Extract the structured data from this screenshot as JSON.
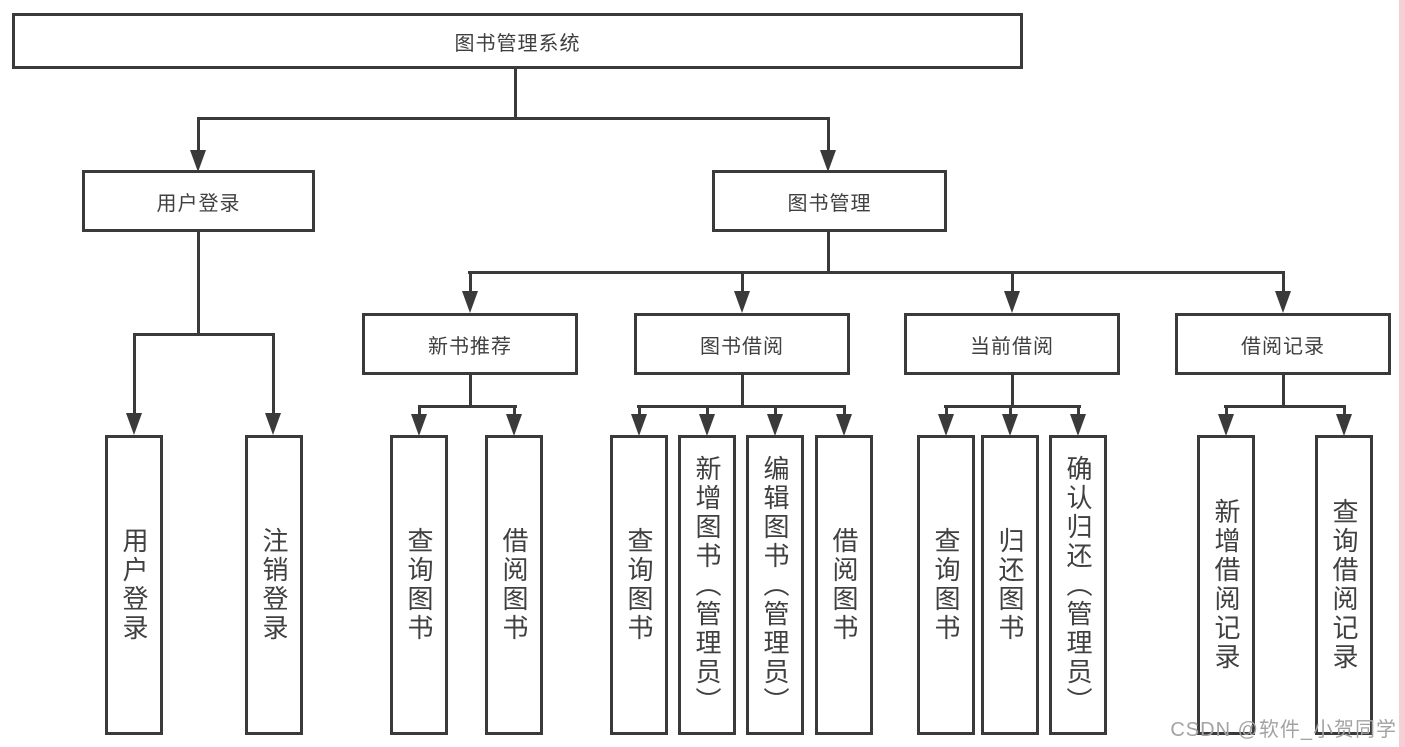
{
  "nodes": {
    "root": {
      "label": "图书管理系统"
    },
    "level2": [
      {
        "id": "user-login",
        "label": "用户登录",
        "parent": "图书管理系统"
      },
      {
        "id": "book-management",
        "label": "图书管理",
        "parent": "图书管理系统"
      }
    ],
    "level3": [
      {
        "id": "new-book-recommend",
        "label": "新书推荐",
        "parent": "图书管理"
      },
      {
        "id": "book-borrow",
        "label": "图书借阅",
        "parent": "图书管理"
      },
      {
        "id": "current-borrow",
        "label": "当前借阅",
        "parent": "图书管理"
      },
      {
        "id": "borrow-records",
        "label": "借阅记录",
        "parent": "图书管理"
      }
    ],
    "leaves": [
      {
        "label": "用户登录",
        "parent": "用户登录"
      },
      {
        "label": "注销登录",
        "parent": "用户登录"
      },
      {
        "label": "查询图书",
        "parent": "新书推荐"
      },
      {
        "label": "借阅图书",
        "parent": "新书推荐"
      },
      {
        "label": "查询图书",
        "parent": "图书借阅"
      },
      {
        "label": "新增图书（管理员）",
        "parent": "图书借阅"
      },
      {
        "label": "编辑图书（管理员）",
        "parent": "图书借阅"
      },
      {
        "label": "借阅图书",
        "parent": "图书借阅"
      },
      {
        "label": "查询图书",
        "parent": "当前借阅"
      },
      {
        "label": "归还图书",
        "parent": "当前借阅"
      },
      {
        "label": "确认归还（管理员）",
        "parent": "当前借阅"
      },
      {
        "label": "新增借阅记录",
        "parent": "借阅记录"
      },
      {
        "label": "查询借阅记录",
        "parent": "借阅记录"
      }
    ]
  },
  "watermark": {
    "text": "CSDN @软件_小贺同学"
  },
  "colors": {
    "background": "#ffffff",
    "line": "#3a3a3a",
    "border": "#3a3a3a",
    "text": "#404040",
    "watermark": "#a3a3a3",
    "strip": "#f5ced6"
  }
}
